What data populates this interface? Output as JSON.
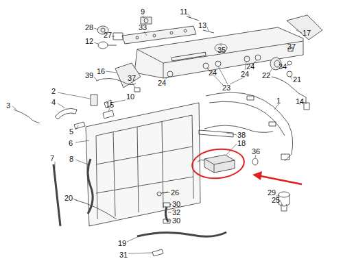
{
  "diagram": {
    "labels": [
      "9",
      "11",
      "28",
      "33",
      "13",
      "17",
      "12",
      "27",
      "35",
      "37",
      "34",
      "24",
      "16",
      "24",
      "24",
      "39",
      "22",
      "21",
      "37",
      "24",
      "23",
      "2",
      "10",
      "4",
      "15",
      "3",
      "1",
      "14",
      "5",
      "38",
      "6",
      "18",
      "36",
      "7",
      "8",
      "26",
      "29",
      "20",
      "25",
      "30",
      "32",
      "30",
      "19",
      "31"
    ]
  }
}
